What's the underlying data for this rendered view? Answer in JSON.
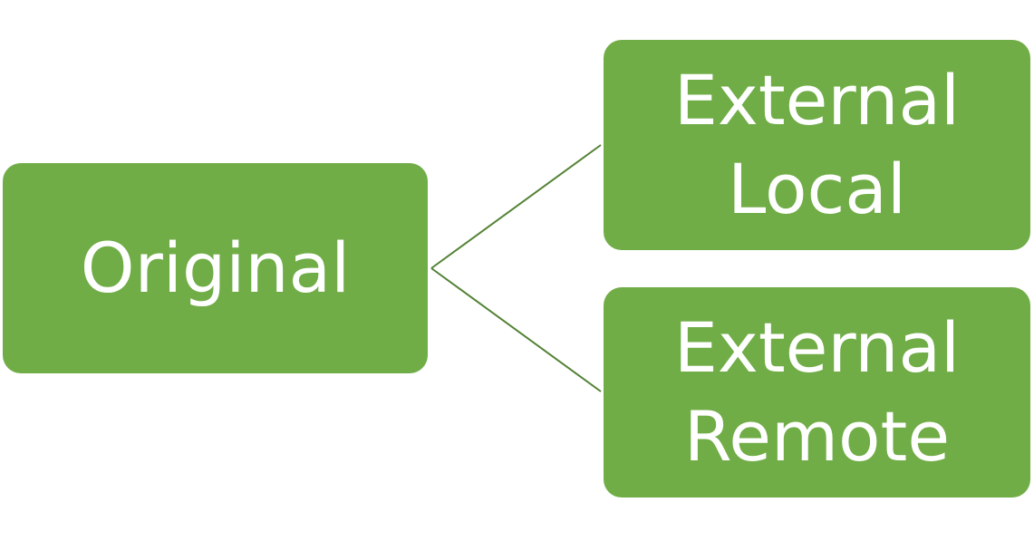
{
  "diagram": {
    "root": {
      "label": "Original"
    },
    "children": [
      {
        "line1": "External",
        "line2": "Local"
      },
      {
        "line1": "External",
        "line2": "Remote"
      }
    ],
    "colors": {
      "node_fill": "#70ad47",
      "connector": "#548235",
      "text": "#ffffff"
    }
  }
}
